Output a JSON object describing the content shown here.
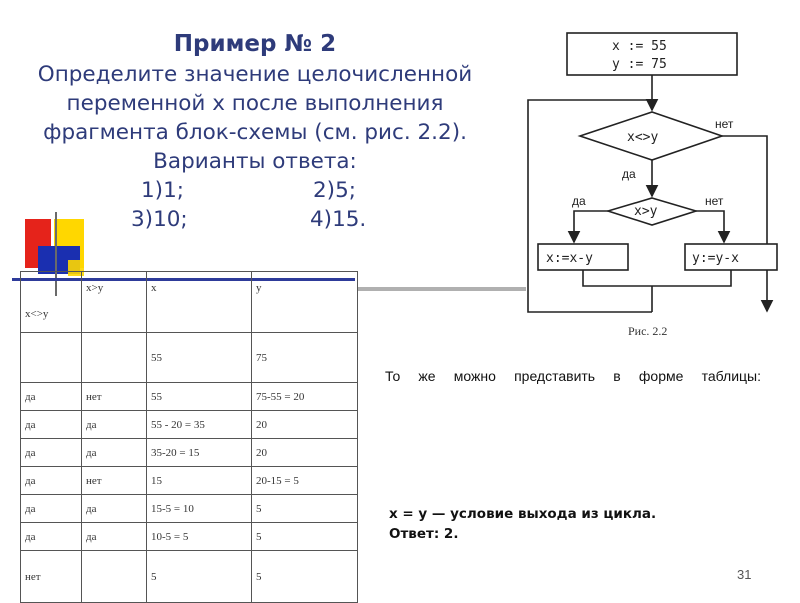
{
  "title": {
    "heading": "Пример № 2",
    "lines": [
      "Определите значение целочисленной",
      "переменной x после выполнения",
      "фрагмента блок-схемы (см. рис. 2.2).",
      "Варианты ответа:"
    ],
    "answers": [
      "1)1;",
      "2)5;",
      "3)10;",
      "4)15."
    ]
  },
  "table": {
    "headers": [
      "x<>y",
      "x>y",
      "x",
      "y"
    ],
    "rows": [
      [
        "",
        "",
        "55",
        "75"
      ],
      [
        "да",
        "нет",
        "55",
        "75-55 = 20"
      ],
      [
        "да",
        "да",
        "55 - 20 = 35",
        "20"
      ],
      [
        "да",
        "да",
        "35-20 = 15",
        "20"
      ],
      [
        "да",
        "нет",
        "15",
        "20-15 = 5"
      ],
      [
        "да",
        "да",
        "15-5 = 10",
        "5"
      ],
      [
        "да",
        "да",
        "10-5 = 5",
        "5"
      ],
      [
        "нет",
        "",
        "5",
        "5"
      ]
    ]
  },
  "flowchart": {
    "init_line1": "x := 55",
    "init_line2": "y := 75",
    "decision1": "x<>y",
    "decision2": "x>y",
    "label_no1": "нет",
    "label_yes1": "да",
    "label_yes2": "да",
    "label_no2": "нет",
    "action_left": "x:=x-y",
    "action_right": "y:=y-x",
    "caption": "Рис. 2.2"
  },
  "note": "То же можно представить в форме таблицы:",
  "conclusion": {
    "line1": "x = y — условие выхода из цикла.",
    "line2": "Ответ: 2."
  },
  "page_number": "31",
  "colors": {
    "title": "#2e3b7a",
    "deco_red": "#e5231b",
    "deco_yellow": "#ffd700",
    "deco_blue": "#1a2fb0",
    "rule_blue": "#2e3b9a"
  }
}
